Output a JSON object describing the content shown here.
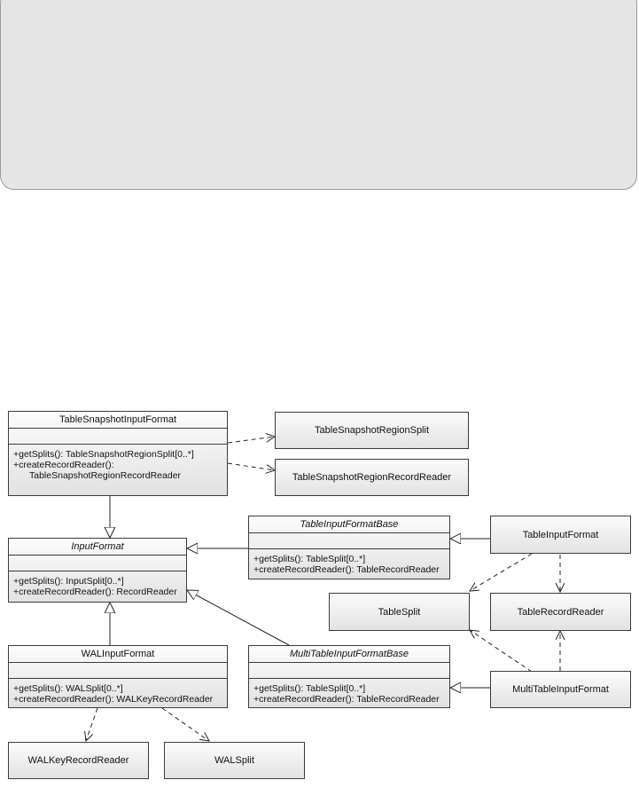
{
  "classes": {
    "table_snapshot_input_format": {
      "name": "TableSnapshotInputFormat",
      "ops": [
        "+getSplits(): TableSnapshotRegionSplit[0..*]",
        "+createRecordReader():",
        "TableSnapshotRegionRecordReader"
      ]
    },
    "input_format": {
      "name": "InputFormat",
      "ops": [
        "+getSplits(): InputSplit[0..*]",
        "+createRecordReader(): RecordReader"
      ]
    },
    "table_input_format_base": {
      "name": "TableInputFormatBase",
      "ops": [
        "+getSplits(): TableSplit[0..*]",
        "+createRecordReader(): TableRecordReader"
      ]
    },
    "wal_input_format": {
      "name": "WALInputFormat",
      "ops": [
        "+getSplits(): WALSplit[0..*]",
        "+createRecordReader(): WALKeyRecordReader"
      ]
    },
    "multi_table_input_format_base": {
      "name": "MultiTableInputFormatBase",
      "ops": [
        "+getSplits(): TableSplit[0..*]",
        "+createRecordReader(): TableRecordReader"
      ]
    }
  },
  "boxes": {
    "table_snapshot_region_split": "TableSnapshotRegionSplit",
    "table_snapshot_region_record_reader": "TableSnapshotRegionRecordReader",
    "table_input_format": "TableInputFormat",
    "table_split": "TableSplit",
    "table_record_reader": "TableRecordReader",
    "multi_table_input_format": "MultiTableInputFormat",
    "wal_key_record_reader": "WALKeyRecordReader",
    "wal_split": "WALSplit"
  }
}
